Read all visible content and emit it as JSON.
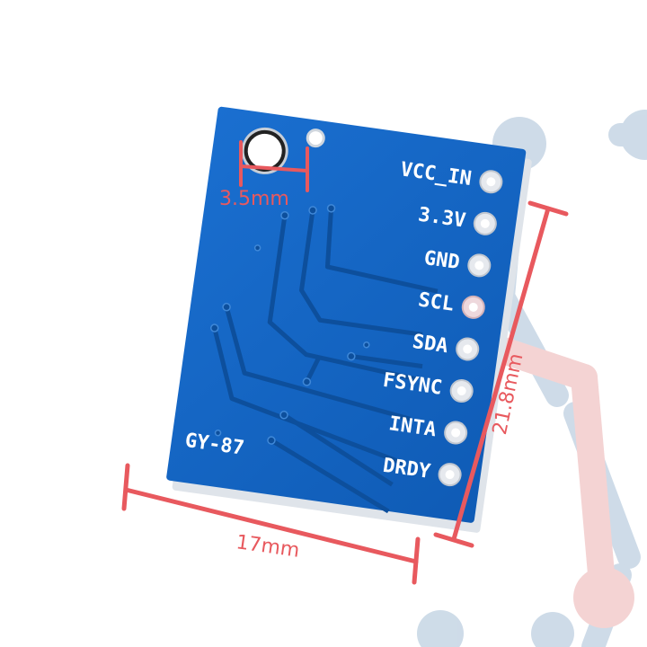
{
  "board": {
    "model_label": "GY-87",
    "pins": [
      "VCC_IN",
      "3.3V",
      "GND",
      "SCL",
      "SDA",
      "FSYNC",
      "INTA",
      "DRDY"
    ]
  },
  "dimensions": {
    "hole": "3.5mm",
    "width": "17mm",
    "height": "21.8mm"
  },
  "colors": {
    "pcb": "#1565c0",
    "dimension_line": "#e8595e",
    "watermark_blue": "#c9d8e6",
    "watermark_red": "#f3cfcf"
  }
}
